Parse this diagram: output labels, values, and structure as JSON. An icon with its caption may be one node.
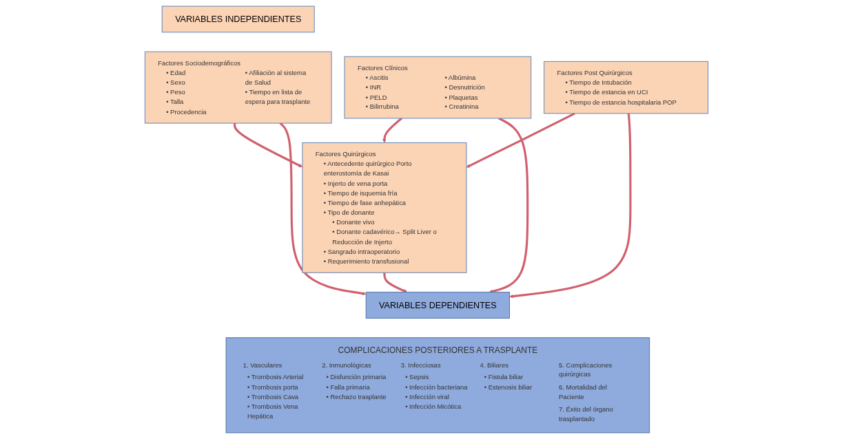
{
  "diagram": {
    "nodes": [
      {
        "text": [
          "VARIABLES INDEPENDIENTES"
        ]
      },
      {
        "text": [
          "Factores Sociodemográficos",
          "• Edad",
          "• Sexo",
          "• Peso",
          "• Talla",
          "• Procedencia",
          "• Afiliación al sistema de Salud",
          "• Tiempo en lista de espera para trasplante"
        ]
      },
      {
        "text": [
          "Factores Quirúrgicos",
          "• Antecedente quirúrgico Porto enterostomía de Kasai",
          "• Injerto de vena porta",
          "• Tiempo de isquemia fría",
          "• Tiempo de fase anhepática",
          "• Tipo de donante",
          "• Donante vivo",
          "• Donante cadavérico→ Split Liver o Reducción de Injerto",
          "• Sangrado intraoperatorio",
          "• Requerimiento transfusional"
        ]
      },
      {
        "text": [
          "Factores Clínicos",
          "• Ascitis",
          "• INR",
          "• PELD",
          "• Bilirrubina",
          "• Albúmina",
          "• Desnutrición",
          "• Plaquetas",
          "• Creatinina"
        ]
      },
      {
        "text": [
          "Factores Post Quirúrgicos",
          "• Tiempo de Intubación",
          "• Tiempo de estancia en UCI",
          "• Tiempo de estancia hospitalaria POP"
        ]
      },
      {
        "text": [
          "VARIABLES DEPENDIENTES"
        ]
      },
      {
        "text": [
          "COMPLICACIONES POSTERIORES A TRASPLANTE",
          "1. Vasculares",
          "• Trombosis Arterial",
          "• Trombosis porta",
          "• Trombosis Cava",
          "• Trombosis Vena Hepática",
          "2. Inmunológicas",
          "• Disfunción primaria",
          "• Falla primaria",
          "• Rechazo trasplante",
          "3. Infecciosas",
          "• Sepsis",
          "• Infección bacteriana",
          "• Infección viral",
          "• Infección Micótica",
          "4. Biliares",
          "• Fistula biliar",
          "• Estenosis biliar",
          "5. Complicaciones quirúrgicas",
          "6. Mortalidad del Paciente",
          "7. Éxito del órgano trasplantado"
        ]
      }
    ],
    "edges": [
      {
        "from": 1,
        "to": 2,
        "arrow": "to"
      },
      {
        "from": 3,
        "to": 2,
        "arrow": "to"
      },
      {
        "from": 4,
        "to": 2,
        "arrow": "to"
      },
      {
        "from": 1,
        "to": 5,
        "arrow": "to"
      },
      {
        "from": 3,
        "to": 5,
        "arrow": "to"
      },
      {
        "from": 4,
        "to": 5,
        "arrow": "to"
      },
      {
        "from": 2,
        "to": 5,
        "arrow": "to"
      }
    ]
  }
}
